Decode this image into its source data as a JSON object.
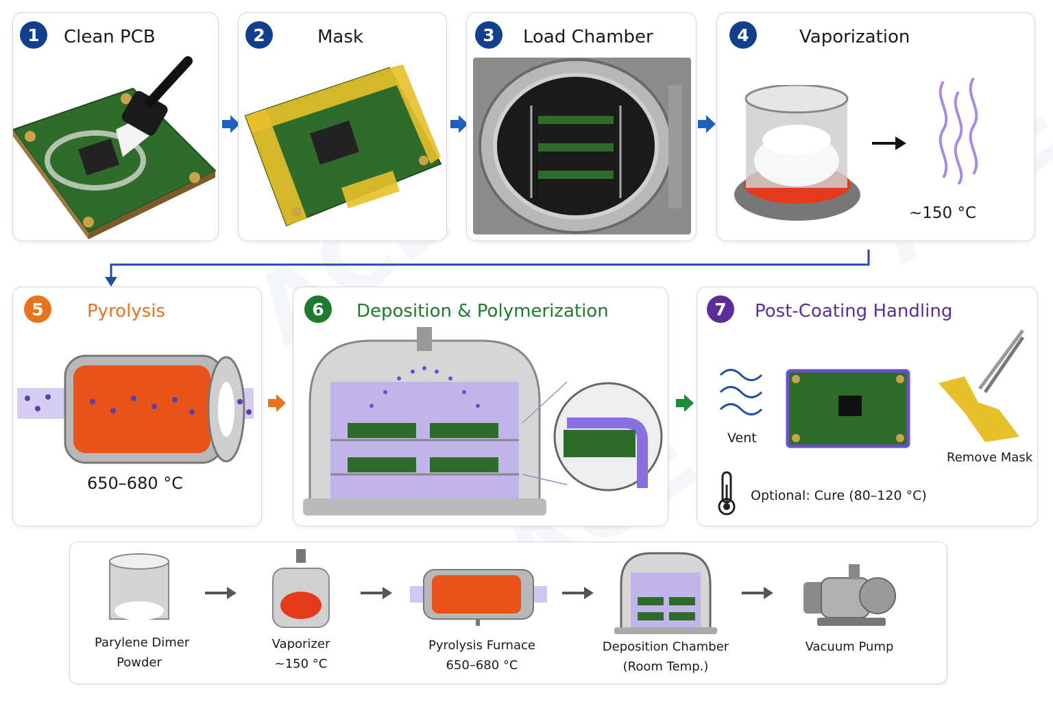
{
  "steps": [
    {
      "num": "1",
      "title": "Clean PCB",
      "color": "#123f8c"
    },
    {
      "num": "2",
      "title": "Mask",
      "color": "#123f8c"
    },
    {
      "num": "3",
      "title": "Load Chamber",
      "color": "#123f8c"
    },
    {
      "num": "4",
      "title": "Vaporization",
      "color": "#123f8c"
    },
    {
      "num": "5",
      "title": "Pyrolysis",
      "color": "#e8731a"
    },
    {
      "num": "6",
      "title": "Deposition & Polymerization",
      "color": "#1e7a2e"
    },
    {
      "num": "7",
      "title": "Post-Coating Handling",
      "color": "#5b2d99"
    }
  ],
  "vaporization": {
    "temp": "~150 °C"
  },
  "pyrolysis": {
    "temp": "650–680 °C"
  },
  "post": {
    "vent": "Vent",
    "remove_mask": "Remove Mask",
    "cure": "Optional: Cure (80–120 °C)"
  },
  "summary": {
    "items": [
      {
        "line1": "Parylene Dimer",
        "line2": "Powder"
      },
      {
        "line1": "Vaporizer",
        "line2": "~150 °C"
      },
      {
        "line1": "Pyrolysis Furnace",
        "line2": "650–680 °C"
      },
      {
        "line1": "Deposition Chamber",
        "line2": "(Room Temp.)"
      },
      {
        "line1": "Vacuum Pump",
        "line2": ""
      }
    ]
  },
  "colors": {
    "blue": "#123f8c",
    "orange": "#e8731a",
    "green": "#1e7a2e",
    "purple": "#5b2d99",
    "arrow_blue": "#1f5fbf",
    "pcb_green": "#2f6b2a",
    "tape": "#e8c02a",
    "vapor": "#8a6fe0"
  }
}
